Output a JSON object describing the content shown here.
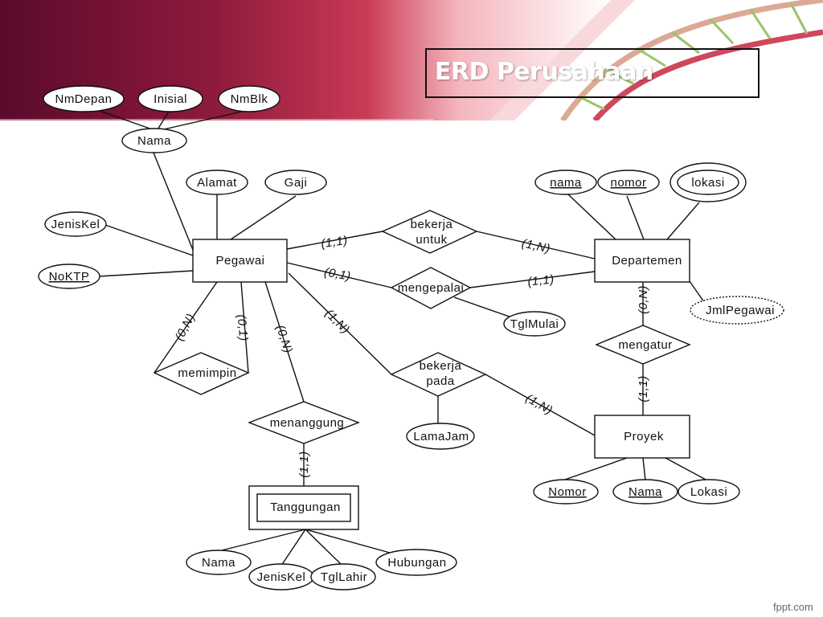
{
  "title": "ERD Perusahaan",
  "brand": "fppt.com",
  "colors": {
    "banner_dark": "#5e0a2e",
    "banner_mid": "#a3203f",
    "banner_light": "#e86a7a",
    "banner_pale": "#fbd9dc"
  },
  "entities": {
    "pegawai": "Pegawai",
    "departemen": "Departemen",
    "proyek": "Proyek",
    "tanggungan": "Tanggungan"
  },
  "relationships": {
    "bekerja_untuk": [
      "bekerja",
      "untuk"
    ],
    "mengepalai": "mengepalai",
    "mengatur": "mengatur",
    "memimpin": "memimpin",
    "menanggung": "menanggung",
    "bekerja_pada": [
      "bekerja",
      "pada"
    ]
  },
  "attributes": {
    "nm_depan": "NmDepan",
    "inisial": "Inisial",
    "nm_blk": "NmBlk",
    "nama_pegawai": "Nama",
    "alamat": "Alamat",
    "gaji": "Gaji",
    "jenis_kel_pegawai": "JenisKel",
    "no_ktp": "NoKTP",
    "dept_nama": "nama",
    "dept_nomor": "nomor",
    "dept_lokasi": "lokasi",
    "jml_pegawai": "JmlPegawai",
    "tgl_mulai": "TglMulai",
    "lama_jam": "LamaJam",
    "proyek_nomor": "Nomor",
    "proyek_nama": "Nama",
    "proyek_lokasi": "Lokasi",
    "tanggungan_nama": "Nama",
    "tanggungan_jenis_kel": "JenisKel",
    "tgl_lahir": "TglLahir",
    "hubungan": "Hubungan"
  },
  "cardinalities": {
    "pegawai_bekerja_untuk": "(1,1)",
    "departemen_bekerja_untuk": "(1,N)",
    "pegawai_mengepalai": "(0,1)",
    "departemen_mengepalai": "(1,1)",
    "departemen_mengatur": "(0,N)",
    "proyek_mengatur": "(1,1)",
    "memimpin_left": "(0,N)",
    "memimpin_right": "(0,1)",
    "pegawai_menanggung": "(0,N)",
    "tanggungan_menanggung": "(1,1)",
    "pegawai_bekerja_pada": "(1,N)",
    "proyek_bekerja_pada": "(1,N)"
  }
}
